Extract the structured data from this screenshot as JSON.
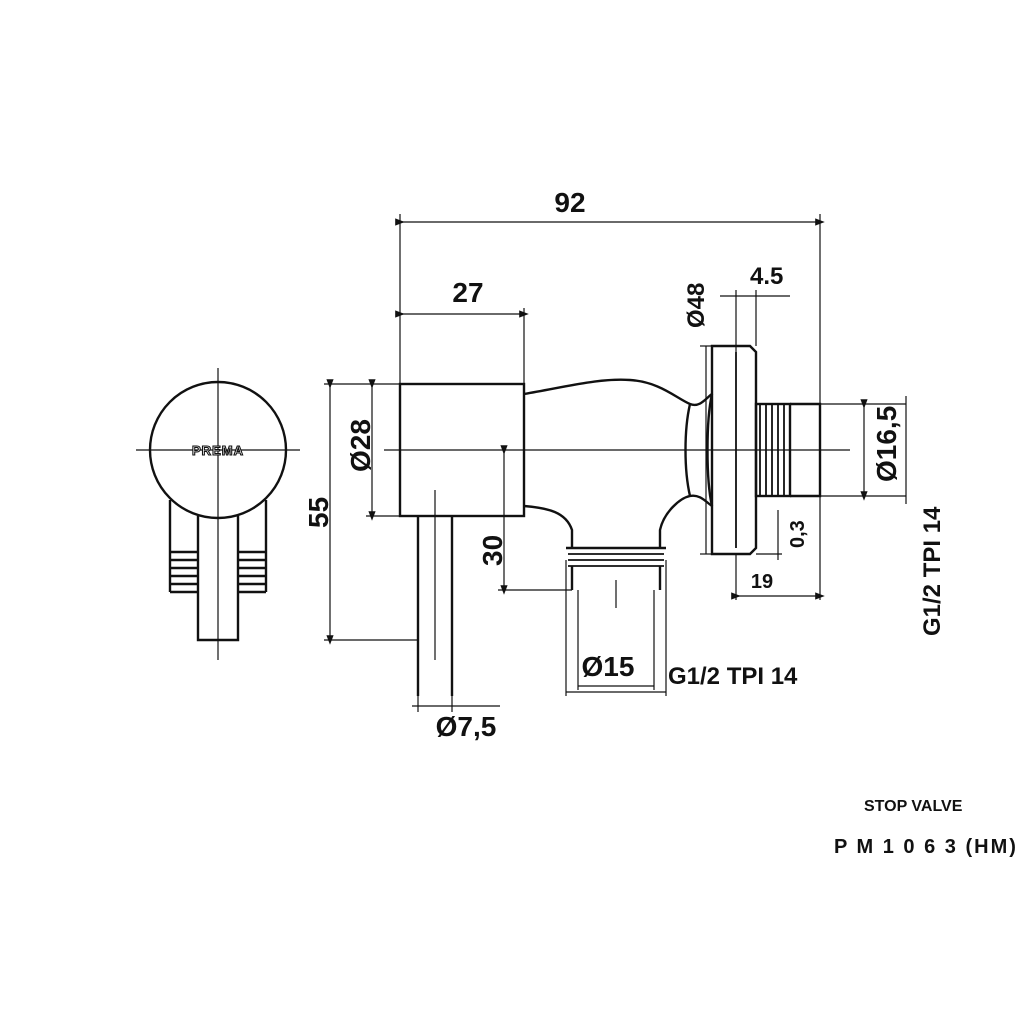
{
  "product": {
    "name": "STOP VALVE",
    "code": "P M 1 0 6 3 (HM)",
    "logo_text": "PREMA"
  },
  "dimensions": {
    "overall_length": "92",
    "handle_length": "27",
    "flange_diameter": "Ø48",
    "flange_thickness": "4.5",
    "body_diameter": "Ø28",
    "height": "55",
    "outlet_height": "30",
    "thread_diameter": "Ø16,5",
    "tolerance": "0,3",
    "thread_length": "19",
    "thread_spec_right": "G1/2 TPI 14",
    "outlet_diameter": "Ø15",
    "thread_spec_bottom": "G1/2 TPI 14",
    "spindle_diameter": "Ø7,5"
  },
  "colors": {
    "line": "#111111",
    "background": "#ffffff"
  }
}
